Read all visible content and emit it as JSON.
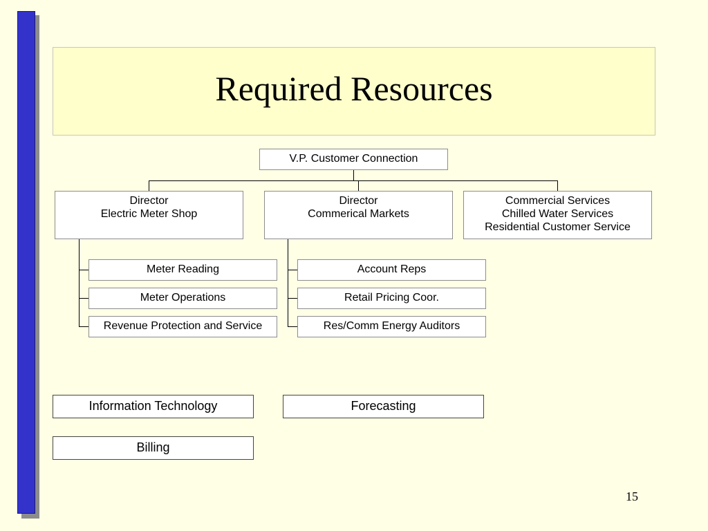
{
  "slide": {
    "title": "Required Resources",
    "page_number": "15"
  },
  "org_chart": {
    "root": "V.P. Customer Connection",
    "directors": [
      {
        "lines": [
          "Director",
          "Electric Meter Shop"
        ]
      },
      {
        "lines": [
          "Director",
          "Commerical Markets"
        ]
      },
      {
        "lines": [
          "Commercial Services",
          "Chilled Water Services",
          "Residential Customer Service"
        ]
      }
    ],
    "meter_shop_units": [
      "Meter Reading",
      "Meter Operations",
      "Revenue Protection and Service"
    ],
    "markets_units": [
      "Account Reps",
      "Retail Pricing Coor.",
      "Res/Comm Energy Auditors"
    ]
  },
  "support": {
    "items": [
      "Information Technology",
      "Forecasting",
      "Billing"
    ]
  },
  "colors": {
    "background": "#ffffe6",
    "title_box": "#ffffcc",
    "side_bar": "#3333cc"
  }
}
